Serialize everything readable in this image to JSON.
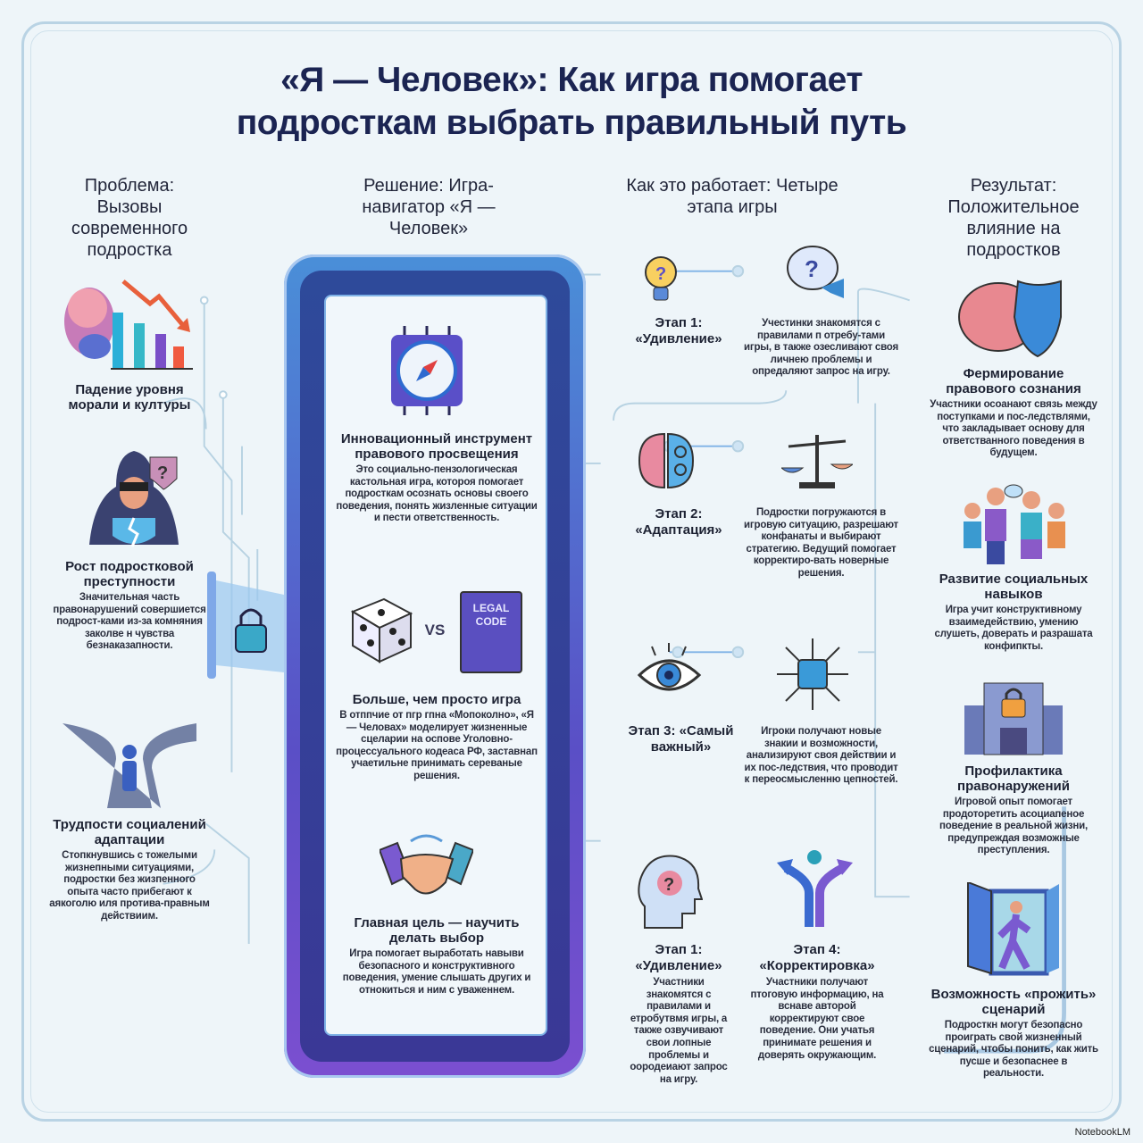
{
  "title": {
    "line1": "«Я — Человек»: Как игра помогает",
    "line2": "подросткам выбрать правильный путь"
  },
  "columns": {
    "problem": "Проблема: Вызовы современного подростка",
    "solution": "Решение: Игра-навигатор «Я — Человек»",
    "how": "Как это работает: Четыре этапа игры",
    "result": "Результат: Положительное влияние на подростков"
  },
  "problems": [
    {
      "icon": "brain-chart-decline-icon",
      "title": "Падение уровня морали и културы",
      "desc": ""
    },
    {
      "icon": "hooded-figure-icon",
      "title": "Рост подростковой преступности",
      "desc": "Значительная часть правонарушений совершиется подрост-ками из-за комняния заколве н чувства безнаказапности."
    },
    {
      "icon": "crossroads-icon",
      "title": "Трудпости социалений адаптации",
      "desc": "Стопкнувшись с тожелыми жизнепными ситуациями, подростки без жизпенного опыта часто прибегают к аякоголю иля протива-правным действиим."
    }
  ],
  "solution": [
    {
      "icon": "compass-chip-icon",
      "title": "Инновационный инструмент правового просвещения",
      "desc": "Это социально-пензологическая кастольная игра, котороя помогает подросткам осознать основы своего поведения, понять жизленные ситуации и пести ответственность."
    },
    {
      "icon": "dice-vs-book-icon",
      "vs": "VS",
      "book": "LEGAL CODE",
      "title": "Больше, чем просто игра",
      "desc": "В отппчие от пгр гпна «Мопоколно», «Я — Человах» моделирует жизненные сцеларии на оспове Уголовно-процессуального кодеаса РФ, заставнап учаетильне принимать сереваные решения."
    },
    {
      "icon": "handshake-icon",
      "title": "Главная цель — научить делать выбор",
      "desc": "Игра помогает выработать навыви безопасного и конструктивного поведения, умение слышать других и отнокиться и ним с уваженнем."
    }
  ],
  "stages": [
    {
      "icon": "lightbulb-icon",
      "icon2": "question-bubble-icon",
      "label": "Этап 1: «Удивление»",
      "desc": "Учестинки знакомятся с правилами п отребу-тами игры, в также озесливают своя личнею проблемы и опредаляют запрос на игру."
    },
    {
      "icon": "brain-gears-icon",
      "icon2": "scales-icon",
      "label": "Этап 2: «Адаптация»",
      "desc": "Подростки погружаются в игровую ситуацию, разрешают конфанаты и выбирают стратегию. Ведущий помогает корректиро-вать новерные решения."
    },
    {
      "icon": "eye-circuit-icon",
      "icon2": "chip-icon",
      "label": "Этап 3: «Самый важный»",
      "desc": "Игроки получают новые знакии и возможности, анализируют своя действии и их пос-ледствия, что проводит к переосмысленню цепностей."
    },
    {
      "icon": "head-question-icon",
      "label": "Этап 1: «Удивление»",
      "desc": "Участники знакомятся с правилами и етробутвмя игры, а также озвучивают свои лопные проблемы и оородеиают запрос на игру."
    },
    {
      "icon": "split-arrows-icon",
      "label": "Этап 4: «Корректировка»",
      "desc": "Участники получают птоговую информацию, на вснаве авторой корректируют свое поведение. Они учатья принимате решения и доверять окружающим."
    }
  ],
  "results": [
    {
      "icon": "brain-shield-icon",
      "title": "Фермирование правового сознания",
      "desc": "Участники осоанают связь между поступками и пос-ледствлями, что закладывает основу для ответстванного поведения в будущем."
    },
    {
      "icon": "people-icon",
      "title": "Развитие социальных навыков",
      "desc": "Игра учит конструктивному взаимедействию, умению слушеть, доверать и разрашата конфипкты."
    },
    {
      "icon": "castle-lock-icon",
      "title": "Профилактика правонаружений",
      "desc": "Игровой опыт помогает продоторетить асоциапеное поведение в реальной жизни, предупреждая возможные преступления."
    },
    {
      "icon": "open-door-icon",
      "title": "Возможность «прожить» сценарий",
      "desc": "Подросткн могут безопасно проиграть свой жизненный сценарий, чтобы понить, как жить пусше и безопаснее в реальности."
    }
  ],
  "brand": "NotebookLM",
  "colors": {
    "navy": "#1b2452",
    "accent": "#4a8fd8",
    "purple": "#6a4fc8",
    "bg": "#eef5f9"
  }
}
